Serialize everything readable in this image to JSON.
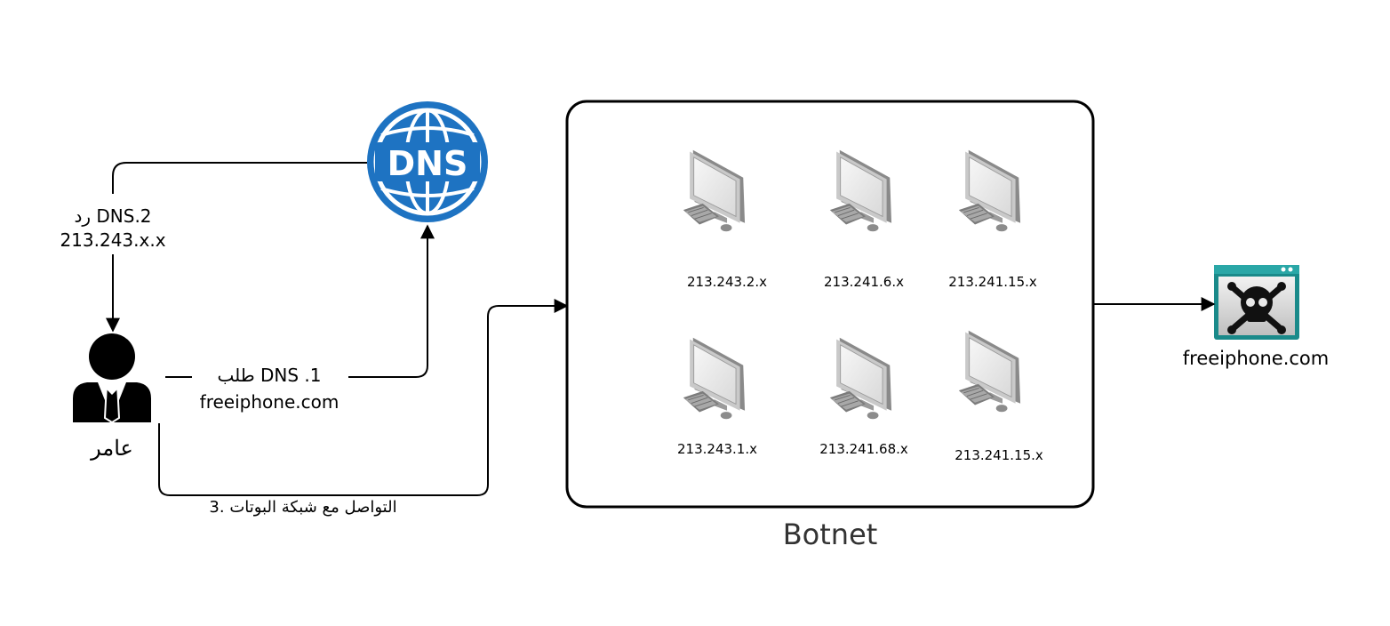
{
  "user": {
    "name": "عامر",
    "icon": "user-icon"
  },
  "dns": {
    "icon_text": "DNS",
    "color": "#1e73c2",
    "light": "#ffffff"
  },
  "steps": {
    "request_line1": "طلب DNS .1",
    "request_line2": "freeiphone.com",
    "response_line1": "رد DNS.2",
    "response_line2": "213.243.x.x",
    "communicate": "3. التواصل مع شبكة البوتات"
  },
  "botnet": {
    "title": "Botnet",
    "bots": [
      {
        "ip": "213.243.2.x"
      },
      {
        "ip": "213.241.6.x"
      },
      {
        "ip": "213.241.15.x"
      },
      {
        "ip": "213.243.1.x"
      },
      {
        "ip": "213.241.68.x"
      },
      {
        "ip": "213.241.15.x"
      }
    ]
  },
  "target": {
    "label": "freeiphone.com",
    "icon": "skull-crossbones-window-icon",
    "accent": "#1a8a8a"
  }
}
